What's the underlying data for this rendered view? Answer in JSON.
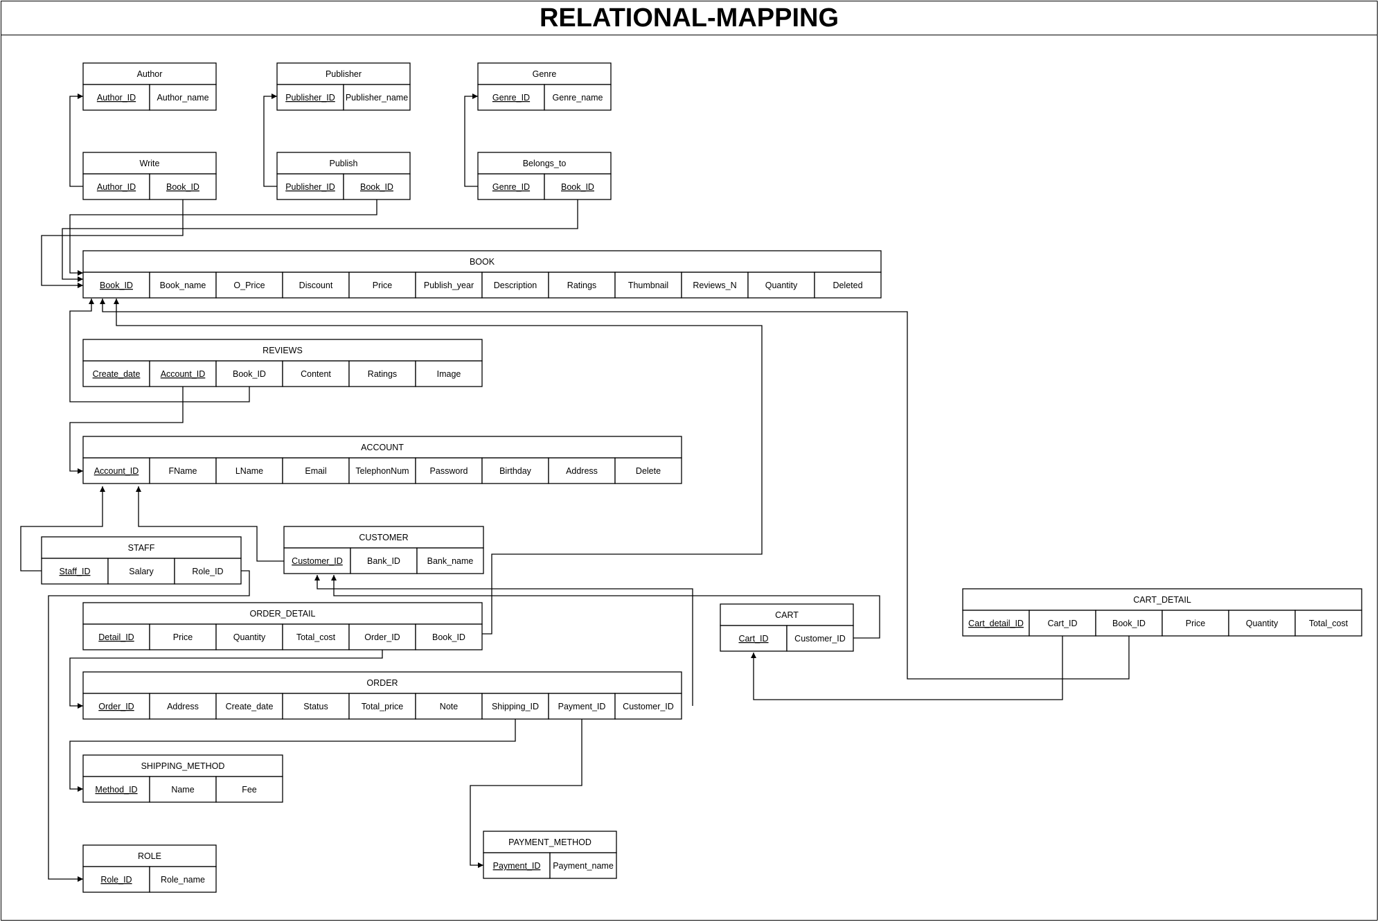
{
  "title": "RELATIONAL-MAPPING",
  "tables": [
    {
      "id": "author",
      "name": "Author",
      "columns": [
        {
          "name": "Author_ID",
          "key": true
        },
        {
          "name": "Author_name"
        }
      ]
    },
    {
      "id": "publisher",
      "name": "Publisher",
      "columns": [
        {
          "name": "Publisher_ID",
          "key": true
        },
        {
          "name": "Publisher_name"
        }
      ]
    },
    {
      "id": "genre",
      "name": "Genre",
      "columns": [
        {
          "name": "Genre_ID",
          "key": true
        },
        {
          "name": "Genre_name"
        }
      ]
    },
    {
      "id": "write",
      "name": "Write",
      "columns": [
        {
          "name": "Author_ID",
          "key": true
        },
        {
          "name": "Book_ID",
          "key": true
        }
      ]
    },
    {
      "id": "publish",
      "name": "Publish",
      "columns": [
        {
          "name": "Publisher_ID",
          "key": true
        },
        {
          "name": "Book_ID",
          "key": true
        }
      ]
    },
    {
      "id": "belongs_to",
      "name": "Belongs_to",
      "columns": [
        {
          "name": "Genre_ID",
          "key": true
        },
        {
          "name": "Book_ID",
          "key": true
        }
      ]
    },
    {
      "id": "book",
      "name": "BOOK",
      "columns": [
        {
          "name": "Book_ID",
          "key": true
        },
        {
          "name": "Book_name"
        },
        {
          "name": "O_Price"
        },
        {
          "name": "Discount"
        },
        {
          "name": "Price"
        },
        {
          "name": "Publish_year"
        },
        {
          "name": "Description"
        },
        {
          "name": "Ratings"
        },
        {
          "name": "Thumbnail"
        },
        {
          "name": "Reviews_N"
        },
        {
          "name": "Quantity"
        },
        {
          "name": "Deleted"
        }
      ]
    },
    {
      "id": "reviews",
      "name": "REVIEWS",
      "columns": [
        {
          "name": "Create_date",
          "key": true
        },
        {
          "name": "Account_ID",
          "key": true
        },
        {
          "name": "Book_ID"
        },
        {
          "name": "Content"
        },
        {
          "name": "Ratings"
        },
        {
          "name": "Image"
        }
      ]
    },
    {
      "id": "account",
      "name": "ACCOUNT",
      "columns": [
        {
          "name": "Account_ID",
          "key": true
        },
        {
          "name": "FName"
        },
        {
          "name": "LName"
        },
        {
          "name": "Email"
        },
        {
          "name": "TelephonNum"
        },
        {
          "name": "Password"
        },
        {
          "name": "Birthday"
        },
        {
          "name": "Address"
        },
        {
          "name": "Delete"
        }
      ]
    },
    {
      "id": "staff",
      "name": "STAFF",
      "columns": [
        {
          "name": "Staff_ID",
          "key": true
        },
        {
          "name": "Salary"
        },
        {
          "name": "Role_ID"
        }
      ]
    },
    {
      "id": "customer",
      "name": "CUSTOMER",
      "columns": [
        {
          "name": "Customer_ID",
          "key": true
        },
        {
          "name": "Bank_ID"
        },
        {
          "name": "Bank_name"
        }
      ]
    },
    {
      "id": "order_detail",
      "name": "ORDER_DETAIL",
      "columns": [
        {
          "name": "Detail_ID",
          "key": true
        },
        {
          "name": "Price"
        },
        {
          "name": "Quantity"
        },
        {
          "name": "Total_cost"
        },
        {
          "name": "Order_ID"
        },
        {
          "name": "Book_ID"
        }
      ]
    },
    {
      "id": "cart",
      "name": "CART",
      "columns": [
        {
          "name": "Cart_ID",
          "key": true
        },
        {
          "name": "Customer_ID"
        }
      ]
    },
    {
      "id": "cart_detail",
      "name": "CART_DETAIL",
      "columns": [
        {
          "name": "Cart_detail_ID",
          "key": true
        },
        {
          "name": "Cart_ID"
        },
        {
          "name": "Book_ID"
        },
        {
          "name": "Price"
        },
        {
          "name": "Quantity"
        },
        {
          "name": "Total_cost"
        }
      ]
    },
    {
      "id": "order",
      "name": "ORDER",
      "columns": [
        {
          "name": "Order_ID",
          "key": true
        },
        {
          "name": "Address"
        },
        {
          "name": "Create_date"
        },
        {
          "name": "Status"
        },
        {
          "name": "Total_price"
        },
        {
          "name": "Note"
        },
        {
          "name": "Shipping_ID"
        },
        {
          "name": "Payment_ID"
        },
        {
          "name": "Customer_ID"
        }
      ]
    },
    {
      "id": "shipping_method",
      "name": "SHIPPING_METHOD",
      "columns": [
        {
          "name": "Method_ID",
          "key": true
        },
        {
          "name": "Name"
        },
        {
          "name": "Fee"
        }
      ]
    },
    {
      "id": "payment_method",
      "name": "PAYMENT_METHOD",
      "columns": [
        {
          "name": "Payment_ID",
          "key": true
        },
        {
          "name": "Payment_name"
        }
      ]
    },
    {
      "id": "role",
      "name": "ROLE",
      "columns": [
        {
          "name": "Role_ID",
          "key": true
        },
        {
          "name": "Role_name"
        }
      ]
    }
  ],
  "relationships": [
    {
      "from": "Write.Author_ID",
      "to": "Author.Author_ID"
    },
    {
      "from": "Publish.Publisher_ID",
      "to": "Publisher.Publisher_ID"
    },
    {
      "from": "Belongs_to.Genre_ID",
      "to": "Genre.Genre_ID"
    },
    {
      "from": "Write.Book_ID",
      "to": "BOOK.Book_ID"
    },
    {
      "from": "Publish.Book_ID",
      "to": "BOOK.Book_ID"
    },
    {
      "from": "Belongs_to.Book_ID",
      "to": "BOOK.Book_ID"
    },
    {
      "from": "REVIEWS.Book_ID",
      "to": "BOOK.Book_ID"
    },
    {
      "from": "REVIEWS.Account_ID",
      "to": "ACCOUNT.Account_ID"
    },
    {
      "from": "STAFF.Staff_ID",
      "to": "ACCOUNT.Account_ID"
    },
    {
      "from": "CUSTOMER.Customer_ID",
      "to": "ACCOUNT.Account_ID"
    },
    {
      "from": "STAFF.Role_ID",
      "to": "ROLE.Role_ID"
    },
    {
      "from": "ORDER_DETAIL.Book_ID",
      "to": "BOOK.Book_ID"
    },
    {
      "from": "ORDER_DETAIL.Order_ID",
      "to": "ORDER.Order_ID"
    },
    {
      "from": "ORDER.Customer_ID",
      "to": "CUSTOMER.Customer_ID"
    },
    {
      "from": "CART.Customer_ID",
      "to": "CUSTOMER.Customer_ID"
    },
    {
      "from": "CART_DETAIL.Book_ID",
      "to": "BOOK.Book_ID"
    },
    {
      "from": "CART_DETAIL.Cart_ID",
      "to": "CART.Cart_ID"
    },
    {
      "from": "ORDER.Shipping_ID",
      "to": "SHIPPING_METHOD.Method_ID"
    },
    {
      "from": "ORDER.Payment_ID",
      "to": "PAYMENT_METHOD.Payment_ID"
    }
  ]
}
